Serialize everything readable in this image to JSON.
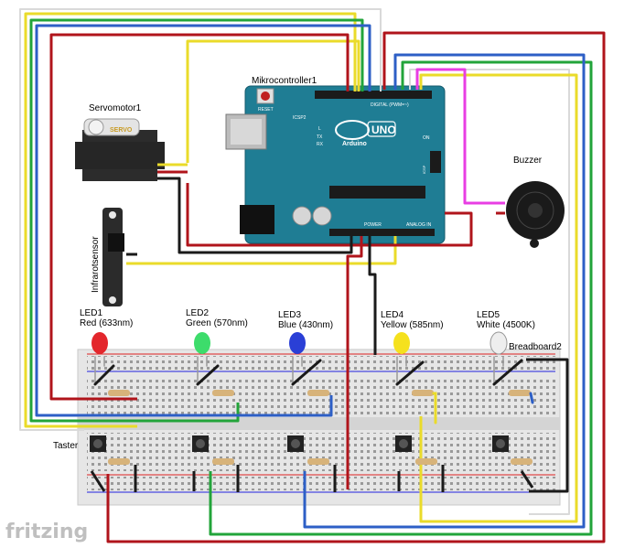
{
  "labels": {
    "microcontroller": "Mikrocontroller1",
    "servo": "Servomotor1",
    "servo_brand": "SERVO",
    "ir_sensor": "Infrarotsensor",
    "buzzer": "Buzzer",
    "breadboard": "Breadboard2",
    "taster": "Taster",
    "brand": "fritzing",
    "reset": "RESET",
    "icsp2": "ICSP2",
    "icsp": "ICSP",
    "digital": "DIGITAL (PWM=~)",
    "uno": "UNO",
    "arduino": "Arduino",
    "on": "ON",
    "tx": "TX",
    "rx": "RX",
    "l": "L",
    "power": "POWER",
    "analog_in": "ANALOG IN"
  },
  "leds": [
    {
      "id": "LED1",
      "name": "Red (633nm)",
      "color": "#e3262c"
    },
    {
      "id": "LED2",
      "name": "Green (570nm)",
      "color": "#3ddc6b"
    },
    {
      "id": "LED3",
      "name": "Blue (430nm)",
      "color": "#2a3fd6"
    },
    {
      "id": "LED4",
      "name": "Yellow (585nm)",
      "color": "#f5e11d"
    },
    {
      "id": "LED5",
      "name": "White (4500K)",
      "color": "#eeeeee"
    }
  ],
  "colors": {
    "board": "#1f7d94",
    "wire_red": "#b0141b",
    "wire_yellow": "#eadb2a",
    "wire_green": "#22a43a",
    "wire_blue": "#2d5fc6",
    "wire_black": "#1a1a1a",
    "wire_magenta": "#e83ee3",
    "wire_white": "#d9d9d9"
  }
}
